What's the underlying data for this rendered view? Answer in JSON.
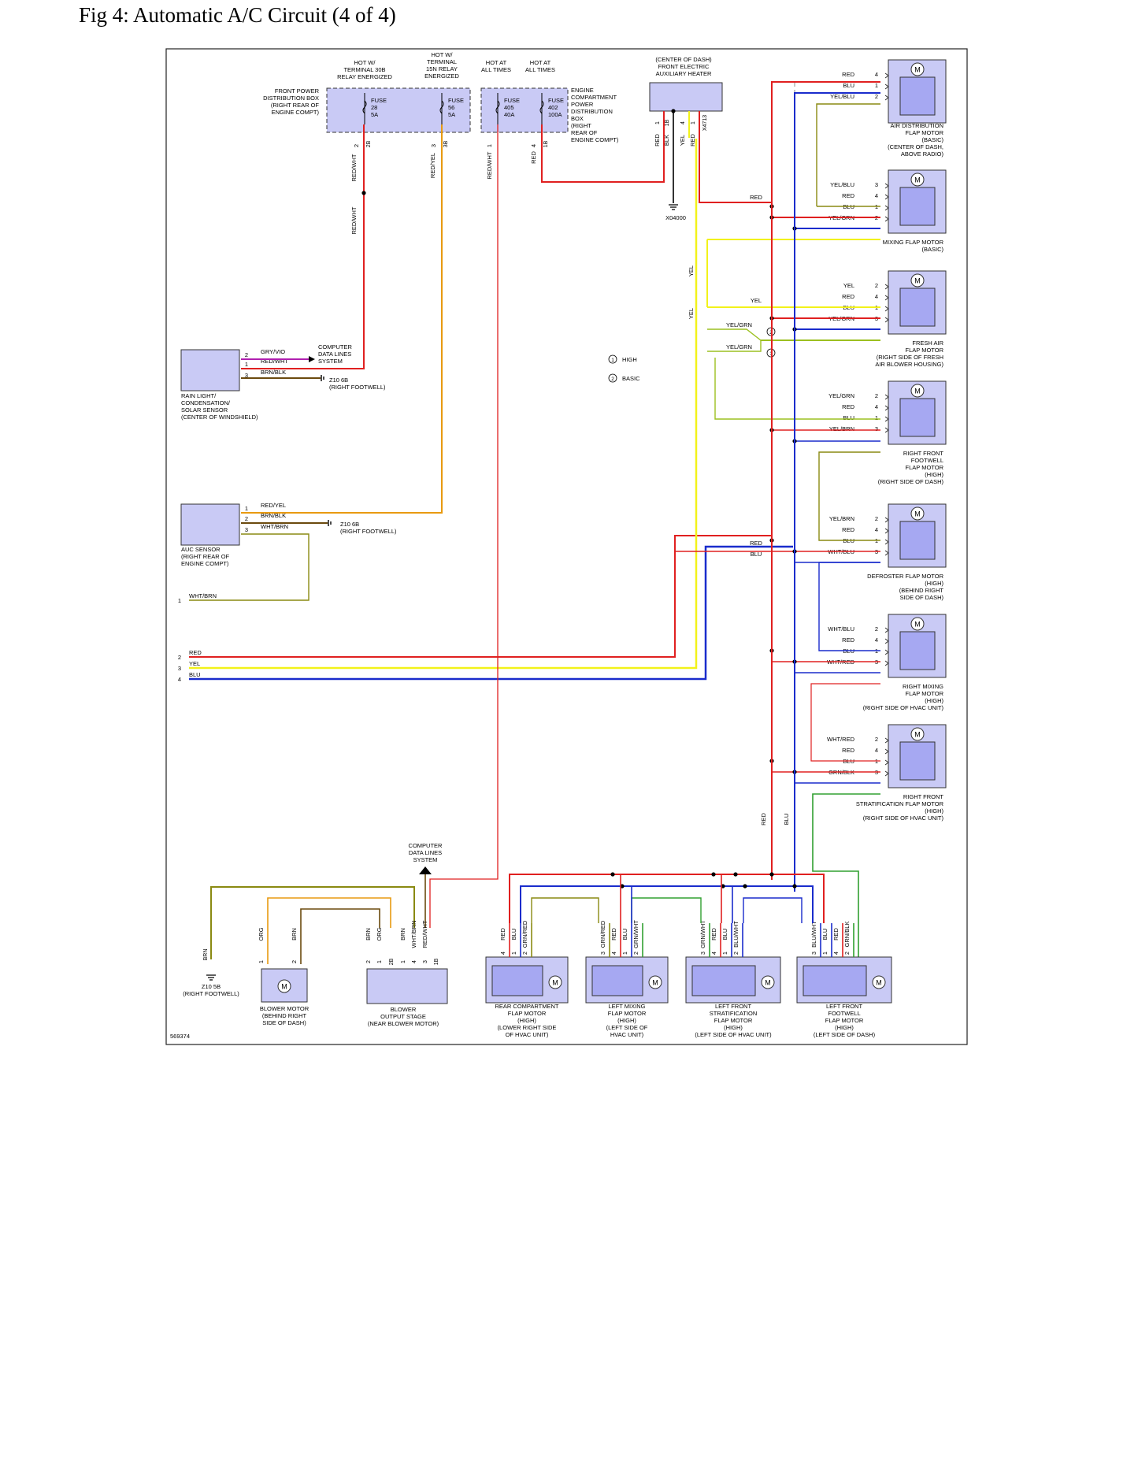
{
  "title": "Fig 4: Automatic A/C Circuit (4 of 4)",
  "figure_number": "569374",
  "colors": {
    "red": "#e02020",
    "blu": "#1a2ccc",
    "yel": "#f2f21a",
    "yelgrn": "#9cc020",
    "orng": "#e89a10",
    "brn": "#6b4a0e",
    "olive": "#8a8a12",
    "grn": "#30a030",
    "vio": "#b020b0",
    "gray": "#8c8c8c",
    "box": "#c9caf5",
    "border": "#333333"
  },
  "fuses": [
    {
      "id": "f28",
      "label": "FUSE\n28\n5A",
      "pin": "2",
      "code": "2B",
      "wire": "RED/WHT",
      "hot": "HOT W/\nTERMINAL 30B\nRELAY ENERGIZED"
    },
    {
      "id": "f56",
      "label": "FUSE\n56\n5A",
      "pin": "3",
      "code": "3B",
      "wire": "RED/YEL",
      "hot": "HOT W/\nTERMINAL\n15N RELAY\nENERGIZED"
    },
    {
      "id": "f405",
      "label": "FUSE\n405\n40A",
      "pin": "1",
      "code": "",
      "wire": "RED/WHT",
      "hot": "HOT AT\nALL TIMES"
    },
    {
      "id": "f402",
      "label": "FUSE\n402\n100A",
      "pin": "4",
      "code": "1B",
      "wire": "RED",
      "hot": "HOT AT\nALL TIMES"
    }
  ],
  "front_box_label": "FRONT POWER\nDISTRIBUTION BOX\n(RIGHT REAR OF\nENGINE COMPT)",
  "engine_box_label": "ENGINE\nCOMPARTMENT\nPOWER\nDISTRIBUTION\nBOX\n(RIGHT\nREAR OF\nENGINE COMPT)",
  "heater": {
    "label": "(CENTER OF DASH)\nFRONT ELECTRIC\nAUXILIARY HEATER",
    "pins": [
      {
        "pin": "1",
        "wire": "RED"
      },
      {
        "pin": "1B",
        "wire": "BLK"
      },
      {
        "pin": "4",
        "wire": "YEL"
      },
      {
        "pin": "1",
        "wire": "RED"
      },
      {
        "pin": "X4713",
        "wire": ""
      }
    ],
    "ground": "X04000"
  },
  "rain_sensor": {
    "label": "RAIN LIGHT/\nCONDENSATION/\nSOLAR SENSOR\n(CENTER OF WINDSHIELD)",
    "pins": [
      {
        "pin": "2",
        "wire": "GRY/VIO"
      },
      {
        "pin": "1",
        "wire": "RED/WHT"
      },
      {
        "pin": "3",
        "wire": "BRN/BLK"
      }
    ],
    "data_lines": "COMPUTER\nDATA LINES\nSYSTEM",
    "ground": "Z10 6B\n(RIGHT FOOTWELL)"
  },
  "auc_sensor": {
    "label": "AUC SENSOR\n(RIGHT REAR OF\nENGINE COMPT)",
    "pins": [
      {
        "pin": "1",
        "wire": "RED/YEL"
      },
      {
        "pin": "2",
        "wire": "BRN/BLK"
      },
      {
        "pin": "3",
        "wire": "WHT/BRN"
      }
    ],
    "ground": "Z10 6B\n(RIGHT FOOTWELL)"
  },
  "connector_left": [
    {
      "pin": "1",
      "wire": "WHT/BRN"
    },
    {
      "pin": "2",
      "wire": "RED"
    },
    {
      "pin": "3",
      "wire": "YEL"
    },
    {
      "pin": "4",
      "wire": "BLU"
    }
  ],
  "legend": [
    {
      "num": "1",
      "text": "HIGH"
    },
    {
      "num": "2",
      "text": "BASIC"
    }
  ],
  "right_motors": [
    {
      "label": "AIR DISTRIBUTION\nFLAP MOTOR\n(BASIC)\n(CENTER OF DASH,\nABOVE RADIO)",
      "pins": [
        {
          "w": "RED",
          "p": "4"
        },
        {
          "w": "BLU",
          "p": "1"
        },
        {
          "w": "YEL/BLU",
          "p": "2"
        }
      ]
    },
    {
      "label": "MIXING FLAP MOTOR\n(BASIC)",
      "pins": [
        {
          "w": "YEL/BLU",
          "p": "3"
        },
        {
          "w": "RED",
          "p": "4"
        },
        {
          "w": "BLU",
          "p": "1"
        },
        {
          "w": "YEL/GRN",
          "p": "2"
        }
      ]
    },
    {
      "label": "FRESH AIR\nFLAP MOTOR\n(RIGHT SIDE OF FRESH\nAIR BLOWER HOUSING)",
      "pins": [
        {
          "w": "YEL",
          "p": "2"
        },
        {
          "w": "RED",
          "p": "4"
        },
        {
          "w": "BLU",
          "p": "1"
        },
        {
          "w": "YEL/GRN",
          "p": "3"
        }
      ]
    },
    {
      "label": "RIGHT FRONT\nFOOTWELL\nFLAP MOTOR\n(HIGH)\n(RIGHT SIDE OF DASH)",
      "pins": [
        {
          "w": "YEL/GRN",
          "p": "2"
        },
        {
          "w": "RED",
          "p": "4"
        },
        {
          "w": "BLU",
          "p": "1"
        },
        {
          "w": "YEL/BRN",
          "p": "3"
        }
      ]
    },
    {
      "label": "DEFROSTER FLAP MOTOR\n(HIGH)\n(BEHIND RIGHT\nSIDE OF DASH)",
      "pins": [
        {
          "w": "YEL/BRN",
          "p": "2"
        },
        {
          "w": "RED",
          "p": "4"
        },
        {
          "w": "BLU",
          "p": "1"
        },
        {
          "w": "WHT/BLU",
          "p": "3"
        }
      ]
    },
    {
      "label": "RIGHT MIXING\nFLAP MOTOR\n(HIGH)\n(RIGHT SIDE OF HVAC UNIT)",
      "pins": [
        {
          "w": "WHT/BLU",
          "p": "2"
        },
        {
          "w": "RED",
          "p": "4"
        },
        {
          "w": "BLU",
          "p": "1"
        },
        {
          "w": "WHT/RED",
          "p": "3"
        }
      ]
    },
    {
      "label": "RIGHT FRONT\nSTRATIFICATION FLAP MOTOR\n(HIGH)\n(RIGHT SIDE OF HVAC UNIT)",
      "pins": [
        {
          "w": "WHT/RED",
          "p": "2"
        },
        {
          "w": "RED",
          "p": "4"
        },
        {
          "w": "BLU",
          "p": "1"
        },
        {
          "w": "GRN/BLK",
          "p": "3"
        }
      ]
    }
  ],
  "mid_wire_labels": {
    "red1": "RED",
    "yel": "YEL",
    "yelgrn1": "YEL/GRN",
    "yelgrn2": "YEL/GRN",
    "red2": "RED",
    "blu2": "BLU",
    "red_v": "RED",
    "blu_v": "BLU",
    "yel_v1": "YEL",
    "yel_v2": "YEL"
  },
  "bottom": {
    "ground": "Z10 5B\n(RIGHT FOOTWELL)",
    "ground_wire": "BRN",
    "data_lines": "COMPUTER\nDATA LINES\nSYSTEM",
    "blower_motor": {
      "label": "BLOWER MOTOR\n(BEHIND RIGHT\nSIDE OF DASH)",
      "wires": [
        {
          "w": "ORG",
          "p": "1"
        },
        {
          "w": "BRN",
          "p": "2"
        }
      ]
    },
    "blower_stage": {
      "label": "BLOWER\nOUTPUT STAGE\n(NEAR BLOWER MOTOR)",
      "wires": [
        {
          "w": "BRN",
          "p": "2"
        },
        {
          "w": "ORG",
          "p": "1"
        },
        {
          "w": "",
          "p": "2B"
        },
        {
          "w": "BRN",
          "p": "1"
        },
        {
          "w": "WHT/BRN",
          "p": "4"
        },
        {
          "w": "RED/WHT",
          "p": "3"
        },
        {
          "w": "",
          "p": "1B"
        }
      ]
    },
    "motors": [
      {
        "label": "REAR COMPARTMENT\nFLAP MOTOR\n(HIGH)\n(LOWER RIGHT SIDE\nOF HVAC UNIT)",
        "wires": [
          {
            "w": "RED",
            "p": "4"
          },
          {
            "w": "BLU",
            "p": "1"
          },
          {
            "w": "GRN/RED",
            "p": "2"
          }
        ]
      },
      {
        "label": "LEFT MIXING\nFLAP MOTOR\n(HIGH)\n(LEFT SIDE OF\nHVAC UNIT)",
        "wires": [
          {
            "w": "GRN/RED",
            "p": "3"
          },
          {
            "w": "RED",
            "p": "4"
          },
          {
            "w": "BLU",
            "p": "1"
          },
          {
            "w": "GRN/WHT",
            "p": "2"
          }
        ]
      },
      {
        "label": "LEFT FRONT\nSTRATIFICATION\nFLAP MOTOR\n(HIGH)\n(LEFT SIDE OF HVAC UNIT)",
        "wires": [
          {
            "w": "GRN/WHT",
            "p": "3"
          },
          {
            "w": "RED",
            "p": "4"
          },
          {
            "w": "BLU",
            "p": "1"
          },
          {
            "w": "BLU/WHT",
            "p": "2"
          }
        ]
      },
      {
        "label": "LEFT FRONT\nFOOTWELL\nFLAP MOTOR\n(HIGH)\n(LEFT SIDE OF DASH)",
        "wires": [
          {
            "w": "BLU/WHT",
            "p": "3"
          },
          {
            "w": "BLU",
            "p": "1"
          },
          {
            "w": "RED",
            "p": "4"
          },
          {
            "w": "GRN/BLK",
            "p": "2"
          }
        ]
      }
    ]
  }
}
